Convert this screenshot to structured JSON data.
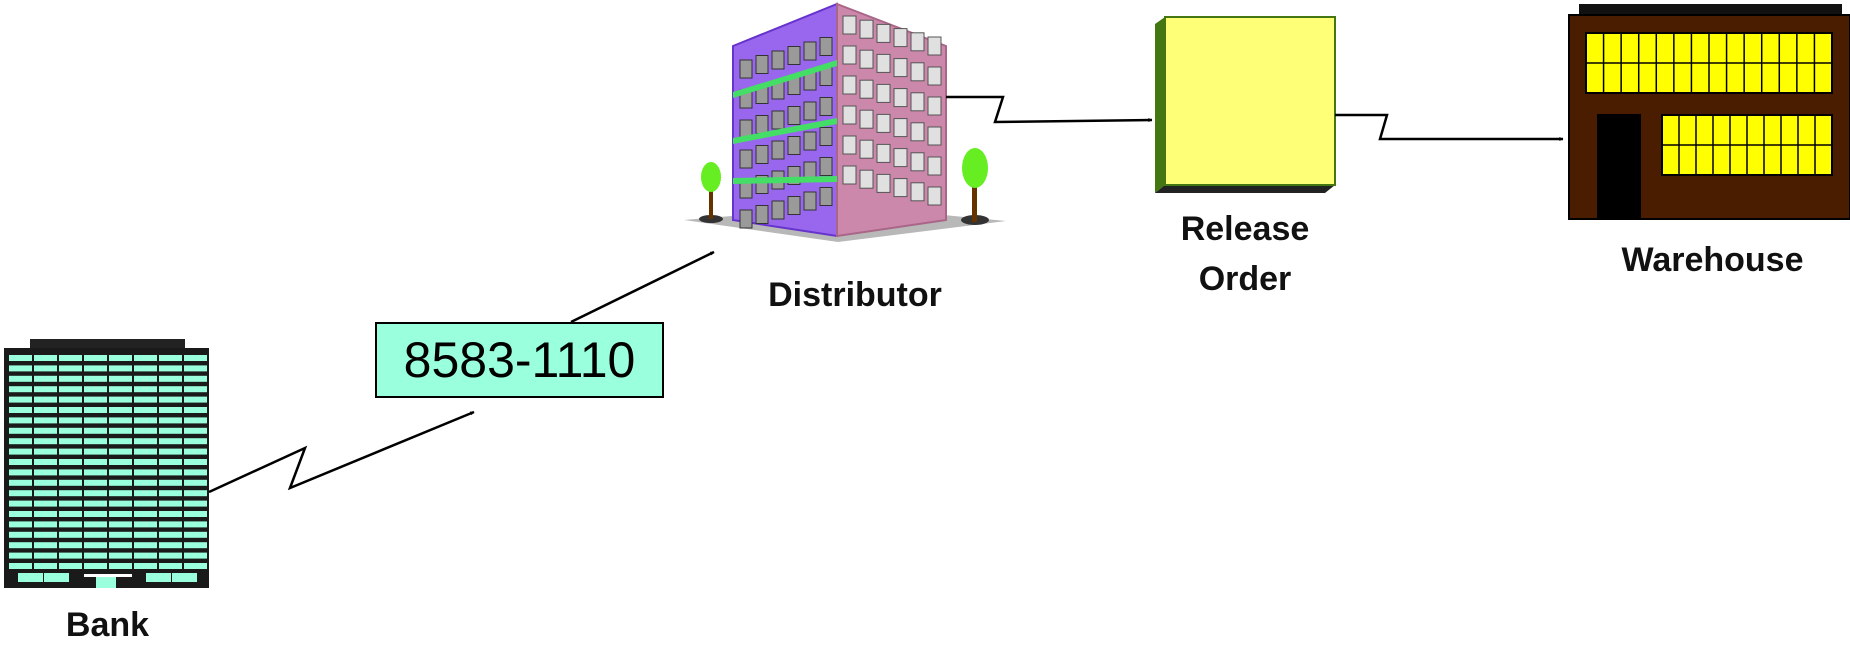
{
  "nodes": {
    "bank": {
      "label": "Bank",
      "window_color": "#99ffdd"
    },
    "distributor": {
      "label": "Distributor"
    },
    "release_order": {
      "label_line1": "Release",
      "label_line2": "Order",
      "color": "#ffff77"
    },
    "warehouse": {
      "label": "Warehouse",
      "wall_color": "#4a1c00",
      "window_color": "#ffff00"
    }
  },
  "code_box": {
    "text": "8583-1110",
    "color": "#99ffdd"
  },
  "edges": [
    {
      "from": "bank",
      "to": "code_box",
      "style": "lightning-arrow"
    },
    {
      "from": "code_box",
      "to": "distributor",
      "style": "arrow"
    },
    {
      "from": "distributor",
      "to": "release_order",
      "style": "lightning-arrow"
    },
    {
      "from": "release_order",
      "to": "warehouse",
      "style": "lightning-arrow"
    }
  ]
}
